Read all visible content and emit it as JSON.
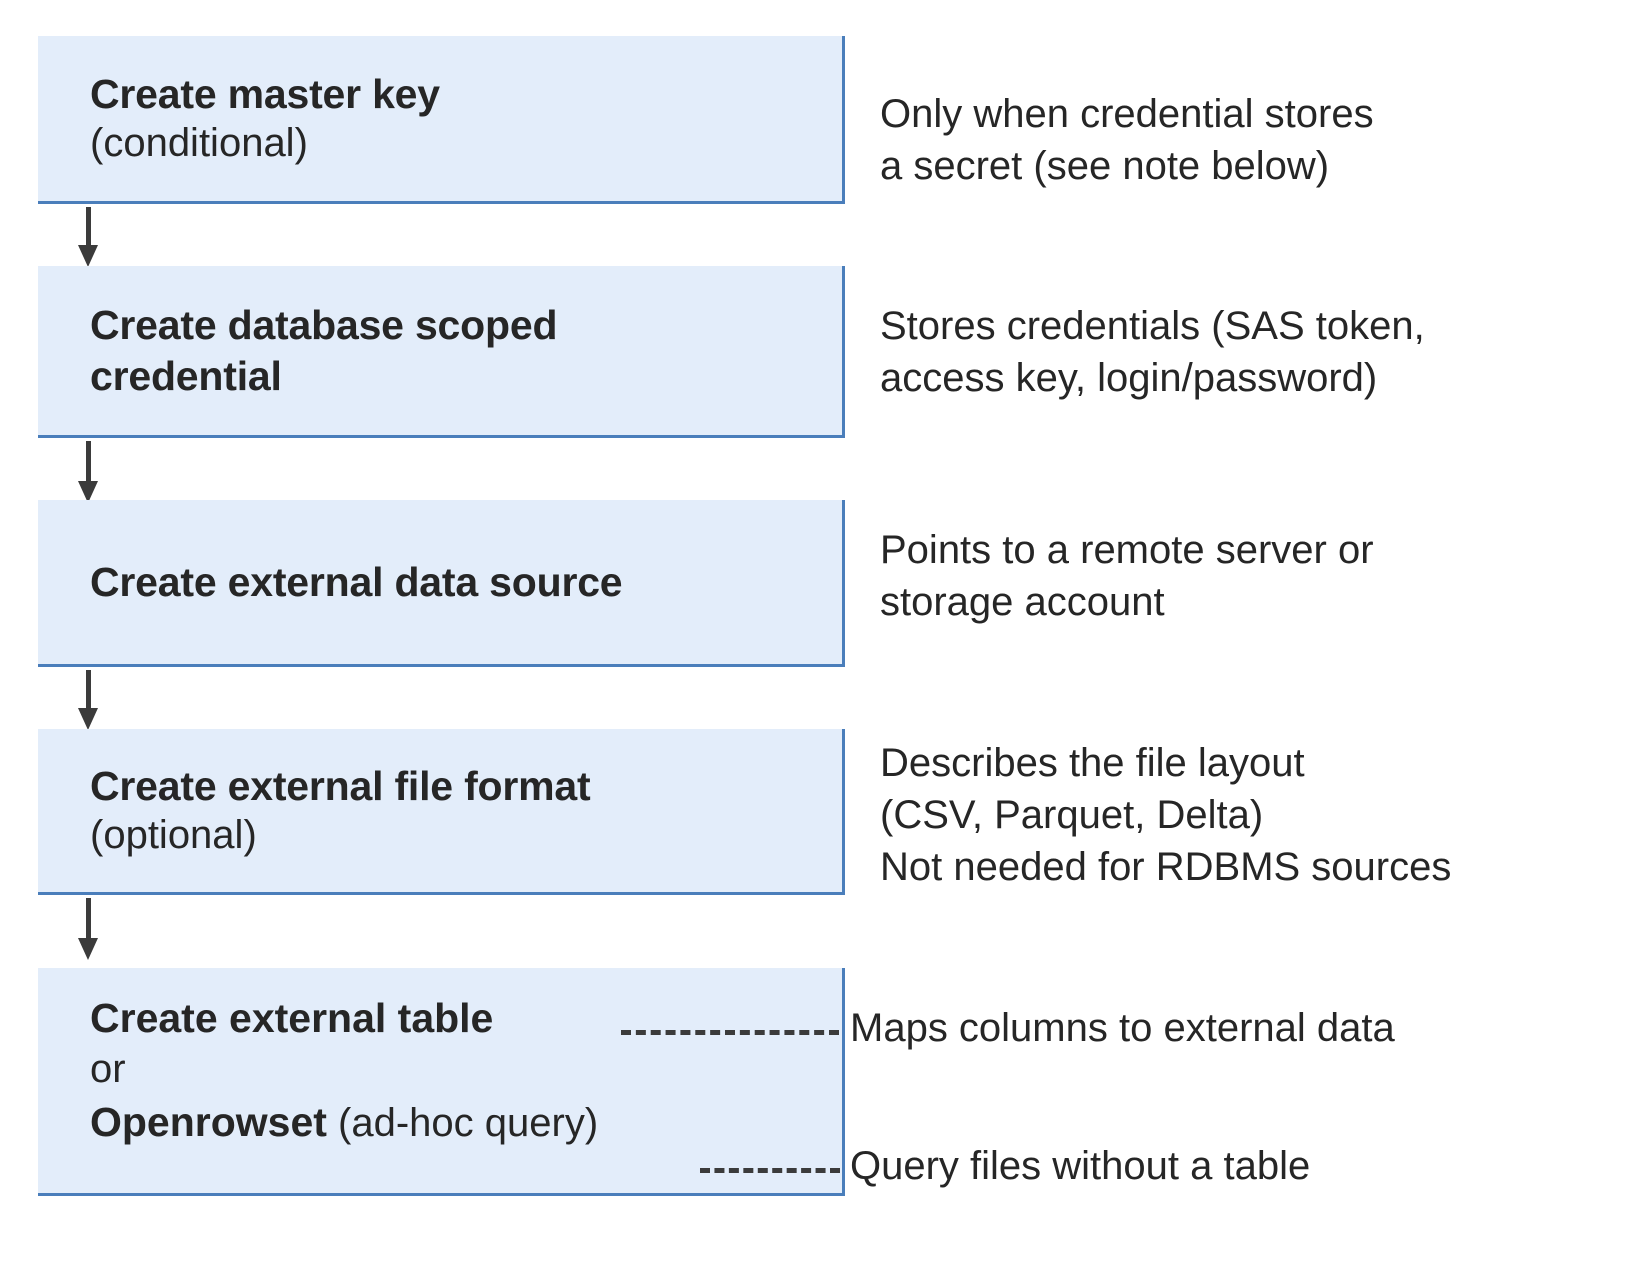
{
  "diagram": {
    "type": "flowchart",
    "orientation": "vertical",
    "colors": {
      "box_fill": "#e3edfa",
      "box_border": "#4a7ebb",
      "arrow": "#3b3b3b",
      "text": "#262626",
      "background": "#ffffff"
    },
    "steps": [
      {
        "id": "create-master-key",
        "title": "Create master key",
        "subtitle": "(conditional)",
        "note": "Only when credential stores\na secret (see note below)"
      },
      {
        "id": "create-database-scoped-credential",
        "title": "Create database scoped\ncredential",
        "subtitle": "",
        "note": "Stores credentials (SAS token,\naccess key, login/password)"
      },
      {
        "id": "create-external-data-source",
        "title": "Create external data source",
        "subtitle": "",
        "note": "Points to a remote server or\nstorage account"
      },
      {
        "id": "create-external-file-format",
        "title": "Create external file format",
        "subtitle": "(optional)",
        "note": "Describes the file layout\n(CSV, Parquet, Delta)\nNot needed for RDBMS sources"
      }
    ],
    "final_step": {
      "id": "create-external-table-or-openrowset",
      "option_one_label": "Create external table",
      "separator_label": "or",
      "option_two_label": "Openrowset",
      "option_two_suffix": " (ad-hoc query)",
      "note_one": "Maps columns to external data",
      "note_two": "Query files without a table"
    },
    "connectors": {
      "arrow_count": 4,
      "dashed_count": 2
    }
  }
}
